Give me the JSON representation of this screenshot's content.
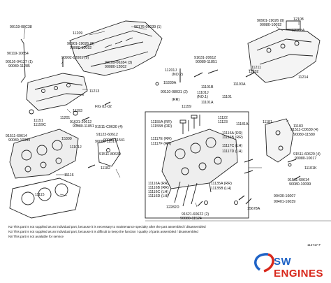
{
  "diagram": {
    "part_labels": [
      "90119-08C38",
      "11209",
      "90176-06039 (1)",
      "12108",
      "12108A",
      "90901-19026 (9)",
      "90901-19026 (9)",
      "90080-10092",
      "90080-10092",
      "90902-02001 (9)",
      "90119-10654",
      "90116-04127 (1)",
      "90080-11285",
      "90109-06284 (3)",
      "90080-12002",
      "11201J",
      "(NO.2)",
      "15330A",
      "91631-20612",
      "90080-11851",
      "11211",
      "11202",
      "90110-08031 (2)",
      "11101J",
      "(NO.1)",
      "11101A",
      "11101B",
      "11193A",
      "11101",
      "11214",
      "11213",
      "11193",
      "(RR)",
      "FIG 82-02",
      "11159",
      "11201",
      "91631-20612",
      "90080-11851",
      "11151",
      "11159C",
      "11155A (RR)",
      "11155B (RR)",
      "11117E (RR)",
      "11117F (RR)",
      "11122",
      "11123",
      "91511-C0630 (4)",
      "91511-60614",
      "90080-10099",
      "90080-11541",
      "15300",
      "11101J",
      "91122-60612",
      "90080-11517",
      "11182",
      "91511-80630",
      "11181A",
      "11181",
      "11183",
      "91511-C0630 (4)",
      "90080-11580",
      "91511-60620 (4)",
      "90080-10017",
      "11101K",
      "91511-60614",
      "90080-10099",
      "11116",
      "11116A (RR)",
      "11116B (RR)",
      "11116C (LH)",
      "11116D (LH)",
      "11135A (RR)",
      "11135B (LH)",
      "12282D",
      "11115",
      "91621-60622 (2)",
      "90080-11524",
      "90430-16007",
      "90401-16039",
      "15678A",
      "11116A (RR)",
      "11116B (RR)",
      "11117C (LH)",
      "11117D (LH)"
    ],
    "notes": [
      "N2  This part is not supplied as an individual part, because it is necessary to maintenance specialty after the part assembled / disassembled",
      "N3  This part is not supplied as an individual part, because it is difficult to keep the function / quality of parts assembled / disassembled",
      "N8  This part is not available for service"
    ],
    "figure_code": "112717-F"
  },
  "branding": {
    "logo_sw": "SW",
    "logo_engines": "ENGINES",
    "colors": {
      "blue": "#1f63c6",
      "red": "#d8281c",
      "line": "#222222"
    }
  }
}
